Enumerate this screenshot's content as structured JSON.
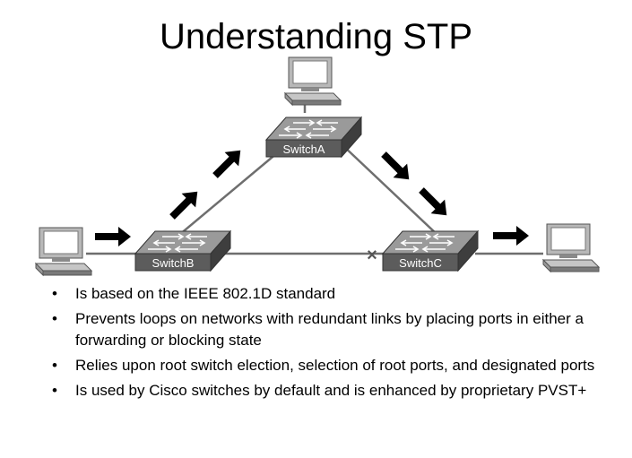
{
  "title": "Understanding STP",
  "switches": {
    "a": "SwitchA",
    "b": "SwitchB",
    "c": "SwitchC"
  },
  "blocked_link_mark": "×",
  "bullets": [
    "Is based on the IEEE 802.1D standard",
    "Prevents loops on networks with redundant links by placing ports in either a forwarding or blocking state",
    "Relies upon root switch election, selection of root ports, and designated ports",
    "Is used by Cisco switches by default and is enhanced by proprietary PVST+"
  ],
  "bullet_glyph": "•",
  "colors": {
    "switch_top": "#9a9a9a",
    "switch_side": "#3e3e3e",
    "switch_front": "#5c5c5c",
    "link": "#6e6e6e",
    "arrow": "#000000"
  },
  "icons": [
    "pc-icon",
    "switch-icon",
    "arrow-icon",
    "blocked-port-icon"
  ]
}
